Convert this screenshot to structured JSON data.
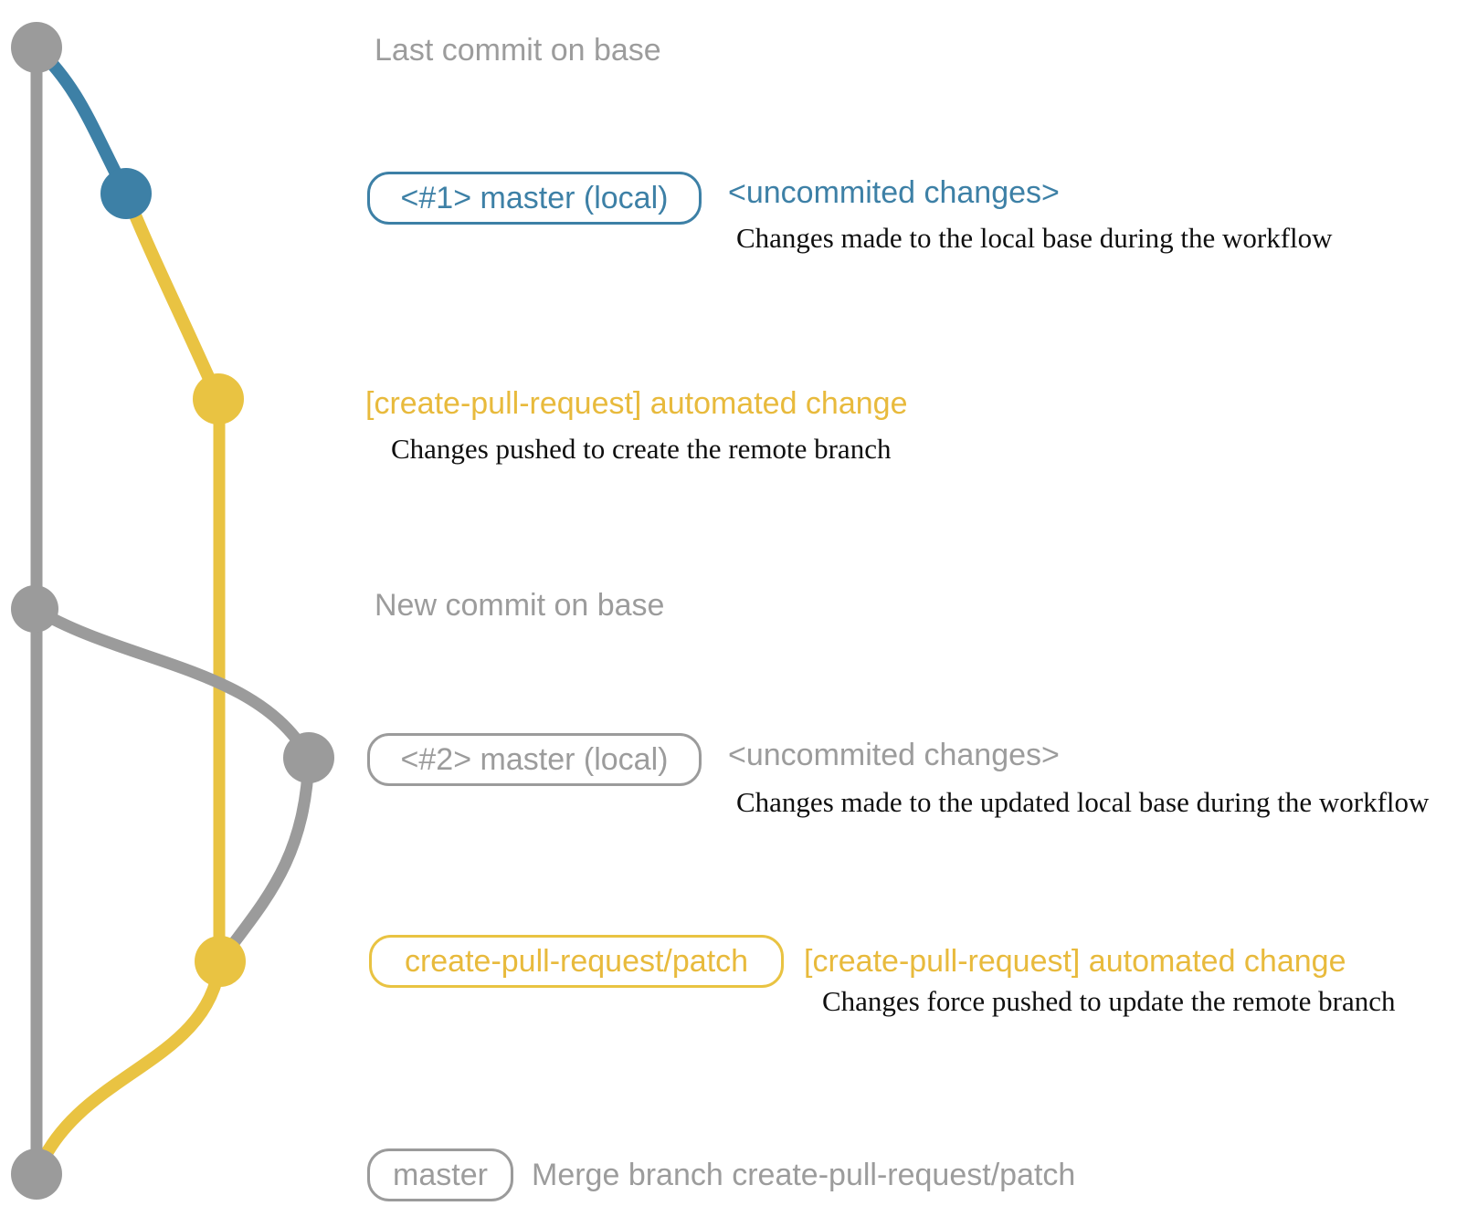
{
  "colors": {
    "gray": "#9b9b9b",
    "text_gray": "#9c9c9c",
    "blue": "#3d80a6",
    "yellow": "#e9c342",
    "yellow_text": "#e8ba3c",
    "black": "#0f0f0f",
    "bg": "#ffffff"
  },
  "rows": {
    "last_commit": {
      "label": "Last commit on base"
    },
    "commit1": {
      "badge": "<#1> master (local)",
      "note": "<uncommited changes>",
      "desc": "Changes made to the local base during the workflow"
    },
    "auto1": {
      "label": "[create-pull-request] automated change",
      "desc": "Changes pushed to create the remote branch"
    },
    "new_commit": {
      "label": "New commit on base"
    },
    "commit2": {
      "badge": "<#2> master (local)",
      "note": "<uncommited changes>",
      "desc": "Changes made to the updated local base during the workflow"
    },
    "auto2": {
      "badge": "create-pull-request/patch",
      "note": "[create-pull-request] automated change",
      "desc": "Changes force pushed to update the remote branch"
    },
    "merge": {
      "badge": "master",
      "label": "Merge branch create-pull-request/patch"
    }
  }
}
